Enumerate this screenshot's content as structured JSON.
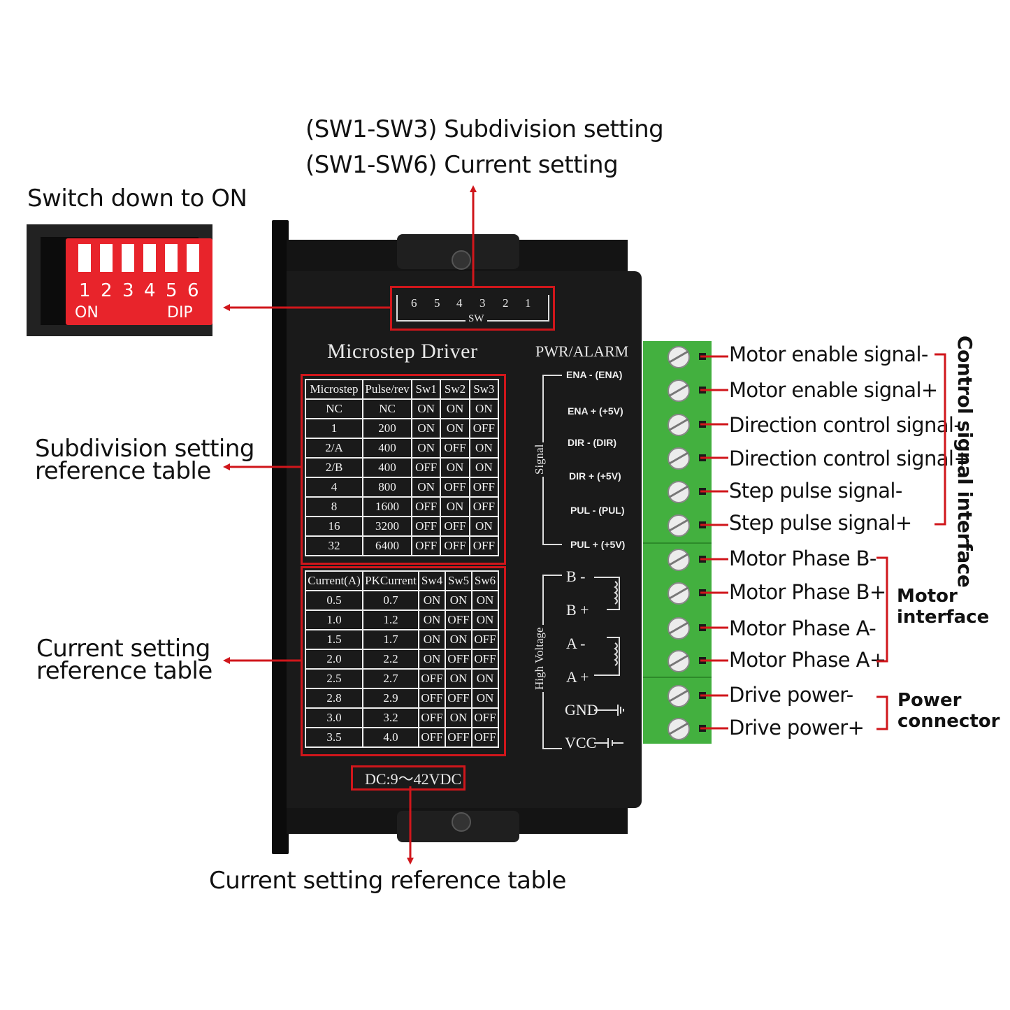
{
  "labels": {
    "top_line1": "(SW1-SW3) Subdivision setting",
    "top_line2": "(SW1-SW6) Current setting",
    "switch_caption": "Switch down to ON",
    "subdivision_table_label_1": "Subdivision setting",
    "subdivision_table_label_2": "reference table",
    "current_table_label_1": "Current setting",
    "current_table_label_2": "reference table",
    "bottom_caption": "Current setting reference table"
  },
  "dip_switch": {
    "numbers": [
      "1",
      "2",
      "3",
      "4",
      "5",
      "6"
    ],
    "on_label": "ON",
    "dip_label": "DIP",
    "color": "#e8242b"
  },
  "device": {
    "sw_numbers": [
      "6",
      "5",
      "4",
      "3",
      "2",
      "1"
    ],
    "sw_label": "SW",
    "title": "Microstep Driver",
    "pwr_alarm": "PWR/ALARM",
    "dc_label": "DC:9～42VDC",
    "signal_group": "Signal",
    "hv_group": "High Voltage",
    "control_terminals": [
      "ENA - (ENA)",
      "ENA + (+5V)",
      "DIR - (DIR)",
      "DIR + (+5V)",
      "PUL - (PUL)",
      "PUL + (+5V)"
    ],
    "power_terminals": [
      "B -",
      "B +",
      "A -",
      "A +",
      "GND",
      "VCC"
    ]
  },
  "microstep_table": {
    "headers": [
      "Microstep",
      "Pulse/rev",
      "Sw1",
      "Sw2",
      "Sw3"
    ],
    "rows": [
      [
        "NC",
        "NC",
        "ON",
        "ON",
        "ON"
      ],
      [
        "1",
        "200",
        "ON",
        "ON",
        "OFF"
      ],
      [
        "2/A",
        "400",
        "ON",
        "OFF",
        "ON"
      ],
      [
        "2/B",
        "400",
        "OFF",
        "ON",
        "ON"
      ],
      [
        "4",
        "800",
        "ON",
        "OFF",
        "OFF"
      ],
      [
        "8",
        "1600",
        "OFF",
        "ON",
        "OFF"
      ],
      [
        "16",
        "3200",
        "OFF",
        "OFF",
        "ON"
      ],
      [
        "32",
        "6400",
        "OFF",
        "OFF",
        "OFF"
      ]
    ]
  },
  "current_table": {
    "headers": [
      "Current(A)",
      "PKCurrent",
      "Sw4",
      "Sw5",
      "Sw6"
    ],
    "rows": [
      [
        "0.5",
        "0.7",
        "ON",
        "ON",
        "ON"
      ],
      [
        "1.0",
        "1.2",
        "ON",
        "OFF",
        "ON"
      ],
      [
        "1.5",
        "1.7",
        "ON",
        "ON",
        "OFF"
      ],
      [
        "2.0",
        "2.2",
        "ON",
        "OFF",
        "OFF"
      ],
      [
        "2.5",
        "2.7",
        "OFF",
        "ON",
        "ON"
      ],
      [
        "2.8",
        "2.9",
        "OFF",
        "OFF",
        "ON"
      ],
      [
        "3.0",
        "3.2",
        "OFF",
        "ON",
        "OFF"
      ],
      [
        "3.5",
        "4.0",
        "OFF",
        "OFF",
        "OFF"
      ]
    ]
  },
  "pin_labels": [
    "Motor enable signal-",
    "Motor enable signal+",
    "Direction control signal-",
    "Direction control signal+",
    "Step pulse signal-",
    "Step pulse signal+",
    "Motor Phase B-",
    "Motor Phase B+",
    "Motor Phase A-",
    "Motor Phase A+",
    "Drive power-",
    "Drive power+"
  ],
  "groups": {
    "control": "Control signal interface",
    "motor_1": "Motor",
    "motor_2": "interface",
    "power_1": "Power",
    "power_2": "connector"
  },
  "colors": {
    "accent_red": "#d0161b",
    "terminal_green": "#43b03f"
  }
}
